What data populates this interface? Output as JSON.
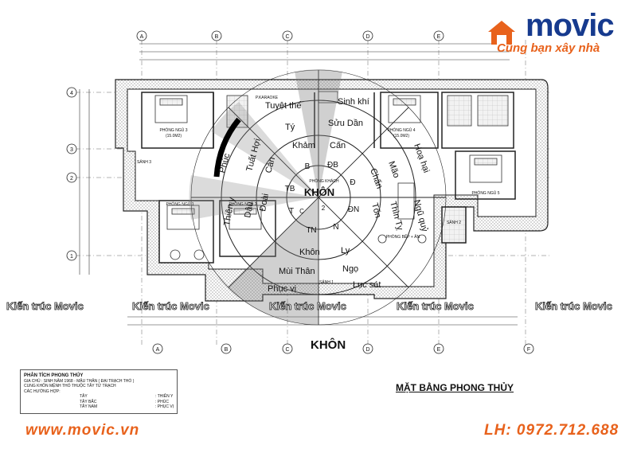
{
  "brand": {
    "logo_text": "movic",
    "tagline": "Cùng bạn xây nhà",
    "website": "www.movic.vn",
    "phone": "LH: 0972.712.688",
    "watermark": "Kiến trúc Movic",
    "colors": {
      "orange": "#e8621c",
      "blue": "#163a8e"
    }
  },
  "drawing": {
    "title": "MẶT BẰNG PHONG THỦY",
    "bottom_direction": "KHÔN",
    "center_direction": "KHÔN",
    "column_grid": [
      "A",
      "B",
      "C",
      "D",
      "E",
      "F"
    ],
    "row_grid": [
      "4",
      "3",
      "2",
      "1"
    ]
  },
  "rooms": {
    "bed3": "PHÒNG NGỦ 3",
    "bed4": "PHÒNG NGỦ 4",
    "bed5": "PHÒNG NGỦ 5",
    "bed1": "PHÒNG NGỦ 1",
    "bed2": "PHÒNG NGỦ 2",
    "karaoke": "P.KARAOKE",
    "living": "PHÒNG KHÁCH",
    "kitchen": "PHÒNG BẾP + ĂN",
    "hall1": "SẢNH 1",
    "hall2": "SẢNH 2",
    "hall3": "SẢNH 3",
    "bed_area": "(15.0M2)"
  },
  "compass": {
    "inner": [
      "B",
      "ĐB",
      "Đ",
      "ĐN",
      "N",
      "TN",
      "T",
      "TB"
    ],
    "center": [
      "C",
      "2"
    ],
    "outer": [
      "Tuyệt thể",
      "Sinh khí",
      "Tý",
      "Sửu Dần",
      "Khảm",
      "Cấn",
      "Hoạ hại",
      "Mão",
      "Chấn",
      "Ngũ quỷ",
      "Thìn Tỵ",
      "Tốn",
      "Ly",
      "Ngọ",
      "Lục sát",
      "Khôn",
      "Mùi Thân",
      "Phục vị",
      "Đoài",
      "Dậu",
      "Thiên y",
      "Phúc",
      "Tuất Hợi",
      "Càn"
    ]
  },
  "notes": {
    "heading": "PHÂN TÍCH PHONG THỦY",
    "line1": "GIA CHỦ : SINH NĂM 1968 - MẬU THÂN ( ĐẠI TRẠCH THỔ )",
    "line2": "CUNG KHÔN MỆNH THỔ THUỘC TÂY TỨ TRẠCH",
    "line3": "CÁC HƯỚNG HỢP:",
    "rows": [
      {
        "dir": "TÂY",
        "val": ": THIÊN Y"
      },
      {
        "dir": "TÂY BẮC",
        "val": ": PHÚC"
      },
      {
        "dir": "TÂY NAM",
        "val": ": PHỤC VỊ"
      }
    ]
  }
}
